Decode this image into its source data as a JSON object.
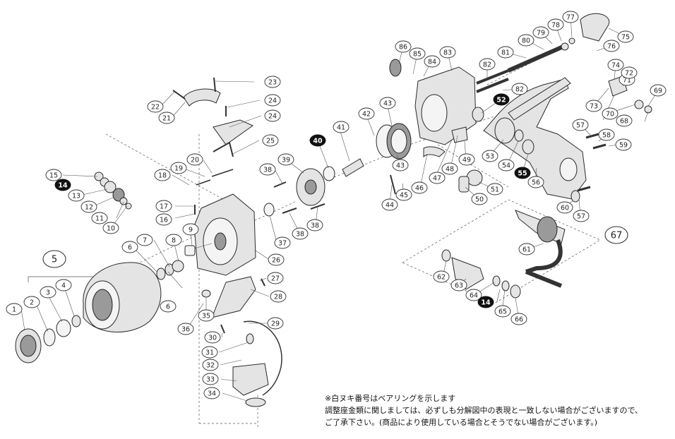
{
  "callouts": [
    {
      "label": "1",
      "bearing": false
    },
    {
      "label": "2",
      "bearing": false
    },
    {
      "label": "3",
      "bearing": false
    },
    {
      "label": "4",
      "bearing": false
    },
    {
      "label": "6",
      "bearing": false
    },
    {
      "label": "6",
      "bearing": false
    },
    {
      "label": "7",
      "bearing": false
    },
    {
      "label": "8",
      "bearing": false
    },
    {
      "label": "9",
      "bearing": false
    },
    {
      "label": "10",
      "bearing": false
    },
    {
      "label": "11",
      "bearing": false
    },
    {
      "label": "12",
      "bearing": false
    },
    {
      "label": "13",
      "bearing": false
    },
    {
      "label": "14",
      "bearing": true
    },
    {
      "label": "15",
      "bearing": false
    },
    {
      "label": "16",
      "bearing": false
    },
    {
      "label": "17",
      "bearing": false
    },
    {
      "label": "18",
      "bearing": false
    },
    {
      "label": "19",
      "bearing": false
    },
    {
      "label": "20",
      "bearing": false
    },
    {
      "label": "21",
      "bearing": false
    },
    {
      "label": "22",
      "bearing": false
    },
    {
      "label": "23",
      "bearing": false
    },
    {
      "label": "24",
      "bearing": false
    },
    {
      "label": "24",
      "bearing": false
    },
    {
      "label": "25",
      "bearing": false
    },
    {
      "label": "26",
      "bearing": false
    },
    {
      "label": "27",
      "bearing": false
    },
    {
      "label": "28",
      "bearing": false
    },
    {
      "label": "29",
      "bearing": false
    },
    {
      "label": "30",
      "bearing": false
    },
    {
      "label": "31",
      "bearing": false
    },
    {
      "label": "32",
      "bearing": false
    },
    {
      "label": "33",
      "bearing": false
    },
    {
      "label": "34",
      "bearing": false
    },
    {
      "label": "35",
      "bearing": false
    },
    {
      "label": "36",
      "bearing": false
    },
    {
      "label": "37",
      "bearing": false
    },
    {
      "label": "38",
      "bearing": false
    },
    {
      "label": "38",
      "bearing": false
    },
    {
      "label": "38",
      "bearing": false
    },
    {
      "label": "39",
      "bearing": false
    },
    {
      "label": "40",
      "bearing": true
    },
    {
      "label": "41",
      "bearing": false
    },
    {
      "label": "42",
      "bearing": false
    },
    {
      "label": "43",
      "bearing": false
    },
    {
      "label": "43",
      "bearing": false
    },
    {
      "label": "44",
      "bearing": false
    },
    {
      "label": "45",
      "bearing": false
    },
    {
      "label": "46",
      "bearing": false
    },
    {
      "label": "47",
      "bearing": false
    },
    {
      "label": "48",
      "bearing": false
    },
    {
      "label": "49",
      "bearing": false
    },
    {
      "label": "50",
      "bearing": false
    },
    {
      "label": "51",
      "bearing": false
    },
    {
      "label": "52",
      "bearing": true
    },
    {
      "label": "53",
      "bearing": false
    },
    {
      "label": "54",
      "bearing": false
    },
    {
      "label": "55",
      "bearing": true
    },
    {
      "label": "56",
      "bearing": false
    },
    {
      "label": "57",
      "bearing": false
    },
    {
      "label": "57",
      "bearing": false
    },
    {
      "label": "58",
      "bearing": false
    },
    {
      "label": "59",
      "bearing": false
    },
    {
      "label": "60",
      "bearing": false
    },
    {
      "label": "61",
      "bearing": false
    },
    {
      "label": "62",
      "bearing": false
    },
    {
      "label": "63",
      "bearing": false
    },
    {
      "label": "64",
      "bearing": false
    },
    {
      "label": "65",
      "bearing": false
    },
    {
      "label": "66",
      "bearing": false
    },
    {
      "label": "68",
      "bearing": false
    },
    {
      "label": "69",
      "bearing": false
    },
    {
      "label": "70",
      "bearing": false
    },
    {
      "label": "71",
      "bearing": false
    },
    {
      "label": "72",
      "bearing": false
    },
    {
      "label": "73",
      "bearing": false
    },
    {
      "label": "74",
      "bearing": false
    },
    {
      "label": "75",
      "bearing": false
    },
    {
      "label": "76",
      "bearing": false
    },
    {
      "label": "77",
      "bearing": false
    },
    {
      "label": "78",
      "bearing": false
    },
    {
      "label": "79",
      "bearing": false
    },
    {
      "label": "80",
      "bearing": false
    },
    {
      "label": "81",
      "bearing": false
    },
    {
      "label": "82",
      "bearing": false
    },
    {
      "label": "82",
      "bearing": false
    },
    {
      "label": "83",
      "bearing": false
    },
    {
      "label": "84",
      "bearing": false
    },
    {
      "label": "85",
      "bearing": false
    },
    {
      "label": "86",
      "bearing": false
    },
    {
      "label": "14",
      "bearing": true
    }
  ],
  "groups": [
    {
      "label": "5"
    },
    {
      "label": "67"
    }
  ],
  "notes": {
    "line1": "※白ヌキ番号はベアリングを示します",
    "line2": "調整座金類に関しましては、必ずしも分解図中の表現と一致しない場合がございますので、",
    "line3": "ご了承下さい。(商品により使用している場合とそうでない場合がございます。)"
  }
}
